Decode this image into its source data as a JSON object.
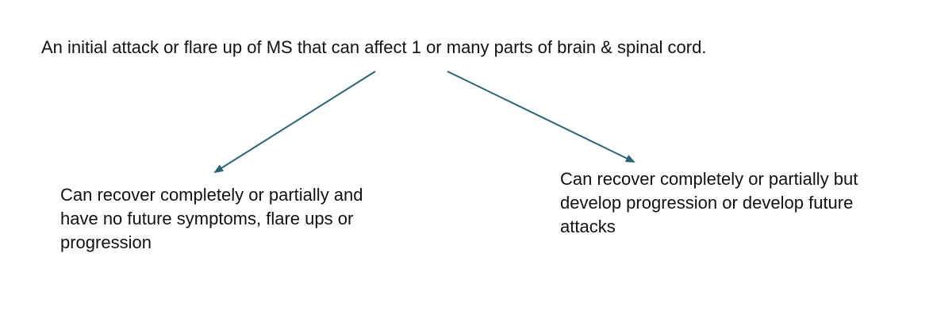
{
  "diagram": {
    "root": {
      "text": "An initial attack or flare up of MS that can affect 1 or many parts of brain & spinal cord."
    },
    "outcomes": [
      {
        "text": "Can recover completely or partially and\nhave no future symptoms, flare ups or\nprogression"
      },
      {
        "text": "Can recover completely or partially but\ndevelop progression or develop future\nattacks"
      }
    ],
    "arrow_color": "#2a6478"
  }
}
